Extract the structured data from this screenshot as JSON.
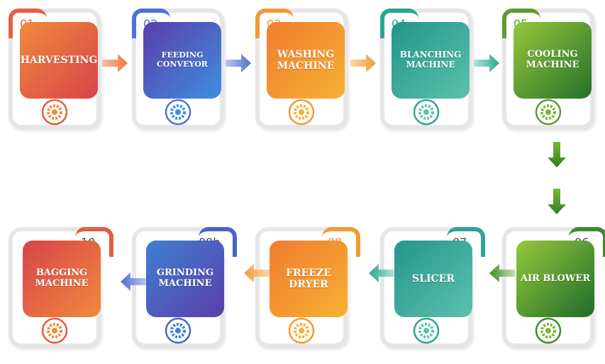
{
  "steps": [
    {
      "num": "01",
      "label": "HARVESTING",
      "color1": "#f08a3c",
      "color2": "#d8434b",
      "tab": "#e9603e"
    },
    {
      "num": "02",
      "label": "FEEDING CONVEYOR",
      "color1": "#5a3ea8",
      "color2": "#3f8ee0",
      "tab": "#4c74d2"
    },
    {
      "num": "03",
      "label": "WASHING MACHINE",
      "color1": "#f07d2f",
      "color2": "#f7b033",
      "tab": "#f29a32"
    },
    {
      "num": "04",
      "label": "BLANCHING MACHINE",
      "color1": "#21958a",
      "color2": "#5cc1ad",
      "tab": "#2ba593"
    },
    {
      "num": "05",
      "label": "COOLING MACHINE",
      "color1": "#95c83b",
      "color2": "#26702b",
      "tab": "#5f9a33"
    },
    {
      "num": "06",
      "label": "AIR BLOWER",
      "color1": "#95c83b",
      "color2": "#1f6c2b",
      "tab": "#3b8b30"
    },
    {
      "num": "07",
      "label": "SLICER",
      "color1": "#24968b",
      "color2": "#5cc1ae",
      "tab": "#2ea393"
    },
    {
      "num": "08",
      "label": "FREEZE DRYER",
      "color1": "#f07d2f",
      "color2": "#f7b033",
      "tab": "#f29a32"
    },
    {
      "num": "09b",
      "label": "GRINDING MACHINE",
      "color1": "#3f7fd4",
      "color2": "#5a3ea8",
      "tab": "#4c64c2"
    },
    {
      "num": "10",
      "label": "BAGGING MACHINE",
      "color1": "#d8434b",
      "color2": "#f08a3c",
      "tab": "#e45c40"
    }
  ]
}
